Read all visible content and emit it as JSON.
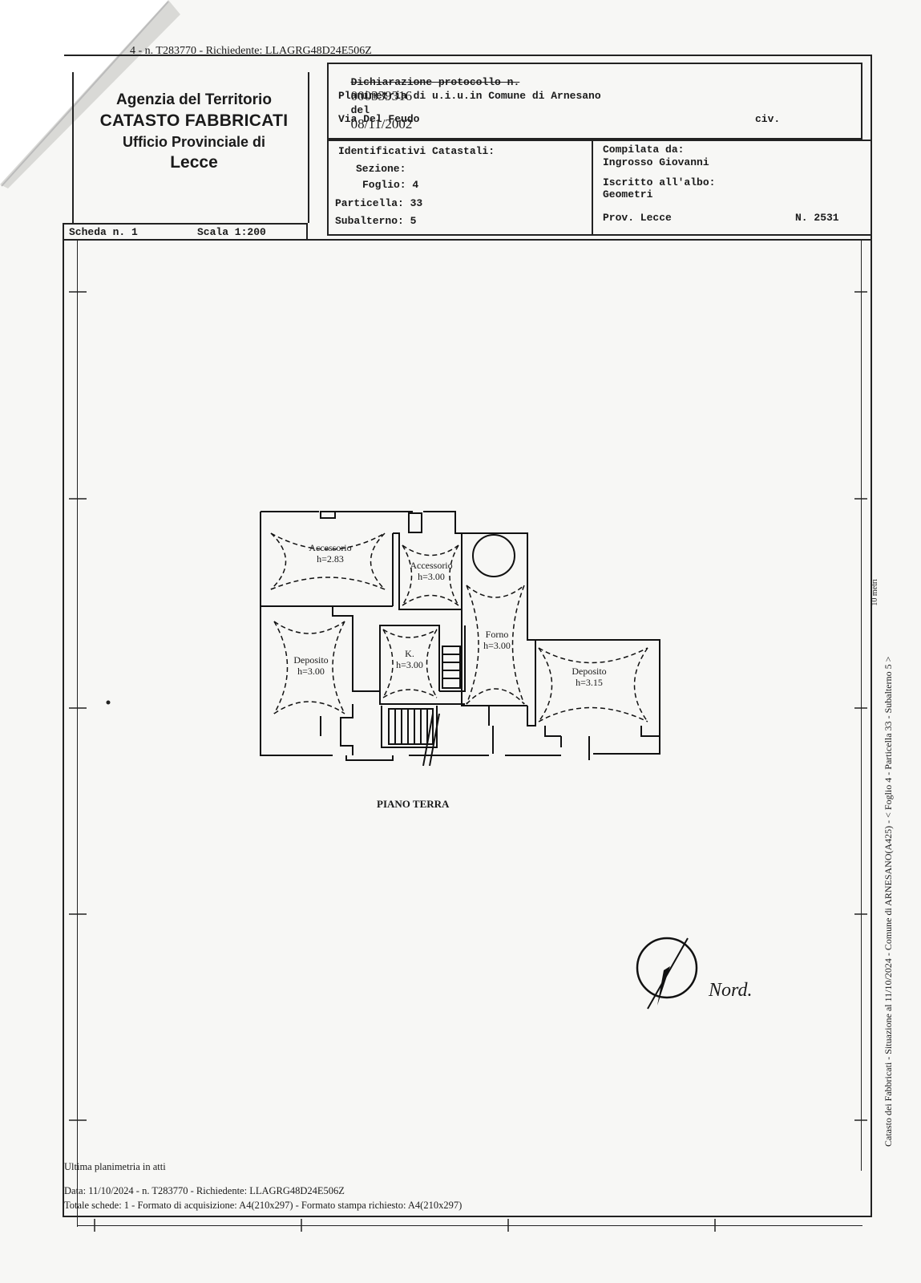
{
  "top_reference": "4 - n. T283770 - Richiedente: LLAGRG48D24E506Z",
  "agency": {
    "line1": "Agenzia del Territorio",
    "line2": "CATASTO FABBRICATI",
    "line3": "Ufficio Provinciale di",
    "line4": "Lecce"
  },
  "header": {
    "declaration_label": "Dichiarazione protocollo n.",
    "protocol_number": "000339316",
    "date_label": "del",
    "date": "08/11/2002",
    "plan_title": "Planimetria di u.i.u.in Comune di Arnesano",
    "address": "Via Del Feudo",
    "civ_label": "civ."
  },
  "identifiers": {
    "heading": "Identificativi Catastali:",
    "sezione": "Sezione:",
    "foglio": "Foglio: 4",
    "particella": "Particella: 33",
    "subalterno": "Subalterno: 5"
  },
  "compiler": {
    "compiled_by_label": "Compilata da:",
    "name": "Ingrosso Giovanni",
    "registered_label": "Iscritto all'albo:",
    "profession": "Geometri",
    "province": "Prov. Lecce",
    "number": "N. 2531"
  },
  "sheet": {
    "scheda": "Scheda n. 1",
    "scala": "Scala 1:200"
  },
  "rooms": [
    {
      "name": "Accessorio",
      "height": "h=2.83"
    },
    {
      "name": "Accessorio",
      "height": "h=3.00"
    },
    {
      "name": "Forno",
      "height": "h=3.00"
    },
    {
      "name": "Deposito",
      "height": "h=3.00"
    },
    {
      "name": "K.",
      "height": "h=3.00"
    },
    {
      "name": "Deposito",
      "height": "h=3.15"
    }
  ],
  "floor_label": "PIANO TERRA",
  "north_label": "Nord.",
  "side_label": "Catasto dei Fabbricati - Situazione al 11/10/2024 - Comune di ARNESANO(A425) - < Foglio 4 - Particella 33 - Subalterno 5 >",
  "side_small": "10 metri",
  "footer": {
    "line1": "Ultima planimetria in atti",
    "line2": "Data: 11/10/2024 - n. T283770 - Richiedente: LLAGRG48D24E506Z",
    "line3": "Totale schede: 1 - Formato di acquisizione: A4(210x297)  - Formato stampa richiesto: A4(210x297)"
  }
}
